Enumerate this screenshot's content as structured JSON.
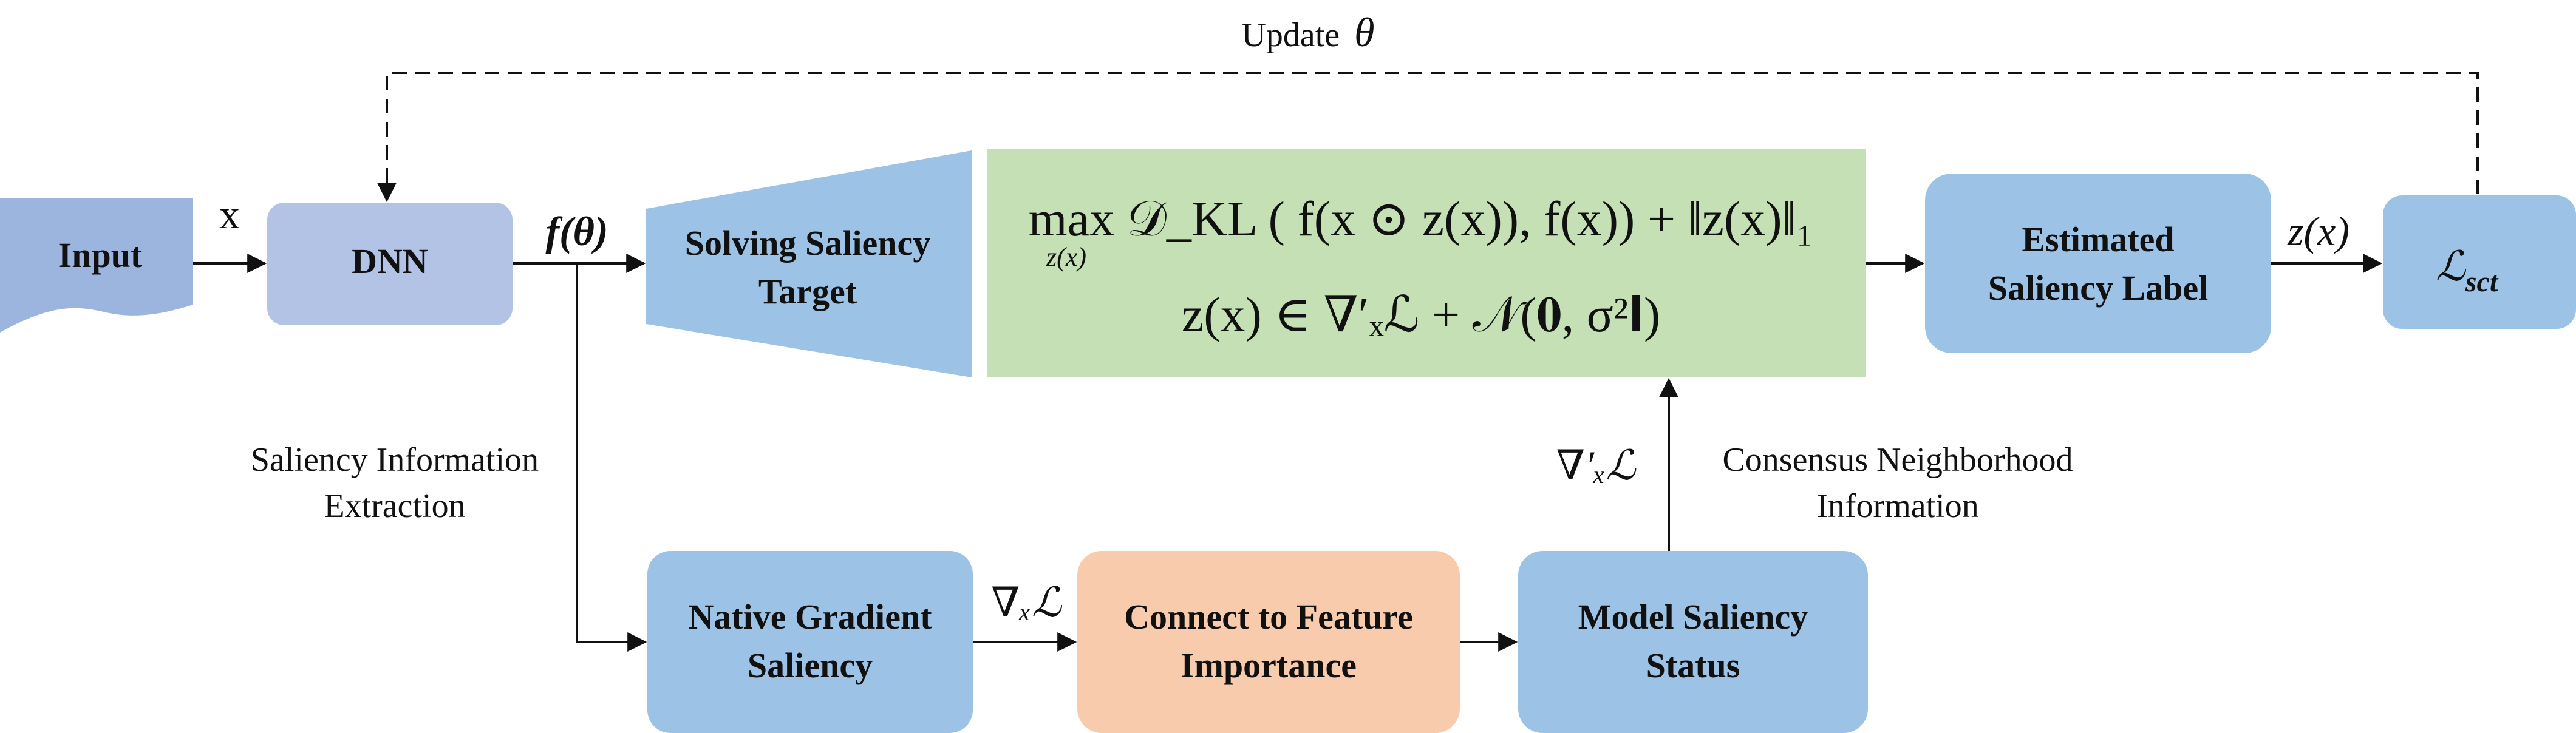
{
  "colors": {
    "input_fill": "#9cb5df",
    "dnn_fill": "#b3c3e6",
    "blue_box": "#9cc2e6",
    "green_box": "#c5e0b4",
    "orange_box": "#f8cbad",
    "line": "#111111"
  },
  "top_update": {
    "label": "Update",
    "symbol": "θ"
  },
  "nodes": {
    "input": "Input",
    "dnn": "DNN",
    "solving_line1": "Solving Saliency",
    "solving_line2": "Target",
    "native_line1": "Native Gradient",
    "native_line2": "Saliency",
    "connect_line1": "Connect to Feature",
    "connect_line2": "Importance",
    "model_line1": "Model Saliency",
    "model_line2": "Status",
    "estimated_line1": "Estimated",
    "estimated_line2": "Saliency Label",
    "loss": "ℒ",
    "loss_sub": "sct"
  },
  "edge_labels": {
    "x": "x",
    "f_theta": "f(θ)",
    "z_x": "z(x)",
    "nabla_x_l": "∇ₓℒ",
    "nabla_prime_x_l": "∇′ₓℒ"
  },
  "annotations": {
    "saliency_info_line1": "Saliency Information",
    "saliency_info_line2": "Extraction",
    "consensus_line1": "Consensus Neighborhood",
    "consensus_line2": "Information"
  },
  "formula": {
    "line1": "max 𝒟_KL ( f(x ⊙ z(x)), f(x)) + ‖z(x)‖₁",
    "line1_sub": "z(x)",
    "line2": "z(x) ∈ ∇′ₓℒ + 𝒩(𝟎, σ²𝐈)"
  }
}
